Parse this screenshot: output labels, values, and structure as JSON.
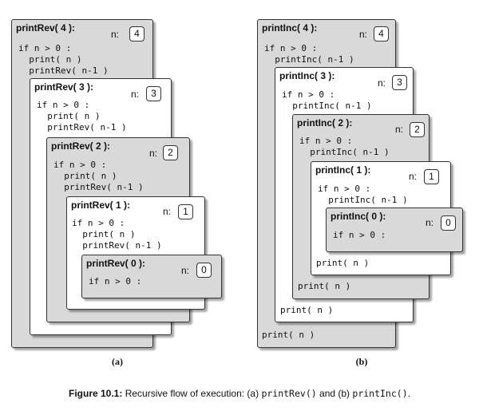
{
  "panel_a": {
    "label": "(a)",
    "frames": [
      {
        "title": "printRev( 4 ):",
        "n_label": "n:",
        "n_value": "4",
        "line1": "if n > 0 :",
        "line2": "  print( n )",
        "line3": "  printRev( n-1 )"
      },
      {
        "title": "printRev( 3 ):",
        "n_label": "n:",
        "n_value": "3",
        "line1": "if n > 0 :",
        "line2": "  print( n )",
        "line3": "  printRev( n-1 )"
      },
      {
        "title": "printRev( 2 ):",
        "n_label": "n:",
        "n_value": "2",
        "line1": "if n > 0 :",
        "line2": "  print( n )",
        "line3": "  printRev( n-1 )"
      },
      {
        "title": "printRev( 1 ):",
        "n_label": "n:",
        "n_value": "1",
        "line1": "if n > 0 :",
        "line2": "  print( n )",
        "line3": "  printRev( n-1 )"
      },
      {
        "title": "printRev( 0 ):",
        "n_label": "n:",
        "n_value": "0",
        "line1": "if n > 0 :"
      }
    ]
  },
  "panel_b": {
    "label": "(b)",
    "frames": [
      {
        "title": "printInc( 4 ):",
        "n_label": "n:",
        "n_value": "4",
        "line1": "if n > 0 :",
        "line2": "  printInc( n-1 )",
        "tail": "print( n )"
      },
      {
        "title": "printInc( 3 ):",
        "n_label": "n:",
        "n_value": "3",
        "line1": "if n > 0 :",
        "line2": "  printInc( n-1 )",
        "tail": "print( n )"
      },
      {
        "title": "printInc( 2 ):",
        "n_label": "n:",
        "n_value": "2",
        "line1": "if n > 0 :",
        "line2": "  printInc( n-1 )",
        "tail": "print( n )"
      },
      {
        "title": "printInc( 1 ):",
        "n_label": "n:",
        "n_value": "1",
        "line1": "if n > 0 :",
        "line2": "  printInc( n-1 )",
        "tail": "print( n )"
      },
      {
        "title": "printInc( 0 ):",
        "n_label": "n:",
        "n_value": "0",
        "line1": "if n > 0 :"
      }
    ]
  },
  "caption": {
    "prefix": "Figure 10.1:",
    "text1": " Recursive flow of execution: (a) ",
    "code1": "printRev()",
    "text2": " and (b) ",
    "code2": "printInc()",
    "text3": "."
  }
}
